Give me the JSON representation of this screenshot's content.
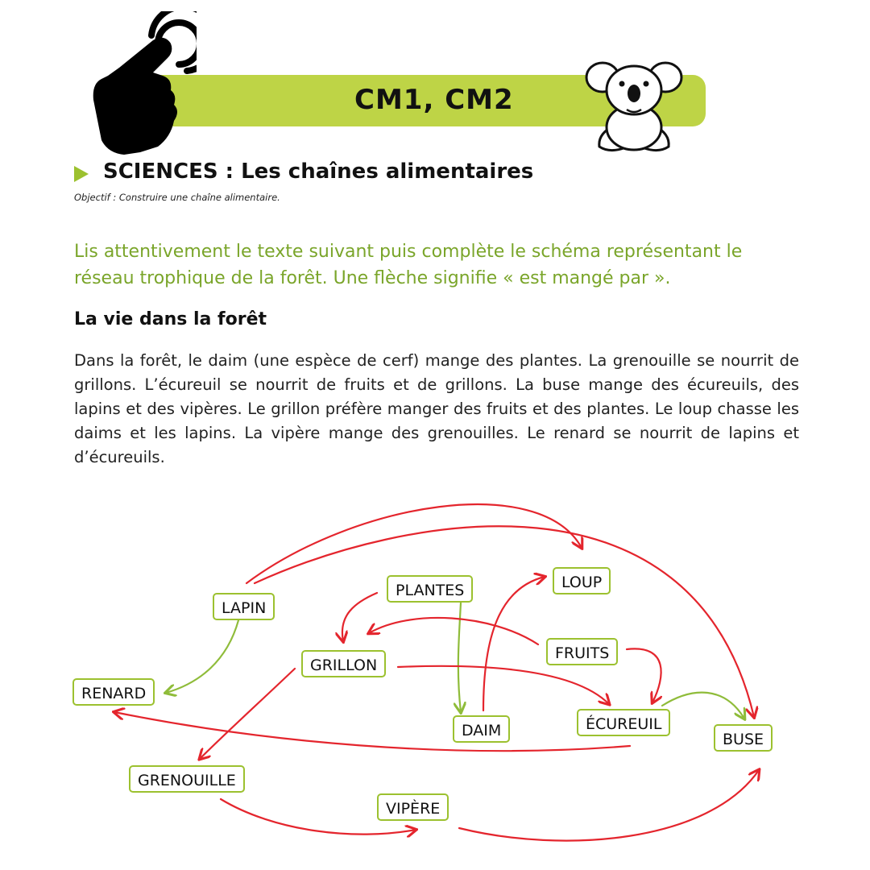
{
  "header": {
    "banner_title": "CM1, CM2",
    "banner_color": "#bed446"
  },
  "icons": {
    "hand": "pointing-hand-icon",
    "koala": "koala-icon",
    "bullet": "triangle-bullet-icon"
  },
  "subject": {
    "title": "SCIENCES : Les chaînes alimentaires",
    "objective": "Objectif : Construire une chaîne alimentaire."
  },
  "instruction": "Lis attentivement le texte suivant puis complète le schéma représentant le réseau trophique de la forêt. Une flèche signifie « est mangé par ».",
  "text": {
    "title": "La vie dans la forêt",
    "body": "Dans la forêt, le daim (une espèce de cerf) mange des plantes. La grenouille se nourrit de grillons. L’écureuil se nourrit de fruits et de grillons. La buse mange des écureuils, des lapins et des vipères. Le grillon préfère manger des fruits et des plantes. Le loup chasse les daims et les lapins. La vipère mange des grenouilles. Le renard se nourrit de lapins et d’écureuils."
  },
  "diagram": {
    "colors": {
      "completed_arrow": "#8fbc3a",
      "student_arrow": "#e4252d",
      "node_border": "#9cc12f"
    },
    "nodes": [
      {
        "id": "lapin",
        "label": "LAPIN"
      },
      {
        "id": "plantes",
        "label": "PLANTES"
      },
      {
        "id": "loup",
        "label": "LOUP"
      },
      {
        "id": "grillon",
        "label": "GRILLON"
      },
      {
        "id": "fruits",
        "label": "FRUITS"
      },
      {
        "id": "renard",
        "label": "RENARD"
      },
      {
        "id": "daim",
        "label": "DAIM"
      },
      {
        "id": "ecureuil",
        "label": "ÉCUREUIL"
      },
      {
        "id": "buse",
        "label": "BUSE"
      },
      {
        "id": "grenouille",
        "label": "GRENOUILLE"
      },
      {
        "id": "vipere",
        "label": "VIPÈRE"
      }
    ],
    "edges": [
      {
        "from": "lapin",
        "to": "renard",
        "style": "completed"
      },
      {
        "from": "plantes",
        "to": "daim",
        "style": "completed"
      },
      {
        "from": "ecureuil",
        "to": "buse",
        "style": "completed"
      },
      {
        "from": "lapin",
        "to": "loup",
        "style": "student"
      },
      {
        "from": "lapin",
        "to": "buse",
        "style": "student"
      },
      {
        "from": "plantes",
        "to": "grillon",
        "style": "student"
      },
      {
        "from": "daim",
        "to": "loup",
        "style": "student"
      },
      {
        "from": "fruits",
        "to": "grillon",
        "style": "student"
      },
      {
        "from": "fruits",
        "to": "ecureuil",
        "style": "student"
      },
      {
        "from": "grillon",
        "to": "ecureuil",
        "style": "student"
      },
      {
        "from": "grillon",
        "to": "grenouille",
        "style": "student"
      },
      {
        "from": "ecureuil",
        "to": "renard",
        "style": "student"
      },
      {
        "from": "grenouille",
        "to": "vipere",
        "style": "student"
      },
      {
        "from": "vipere",
        "to": "buse",
        "style": "student"
      }
    ]
  }
}
